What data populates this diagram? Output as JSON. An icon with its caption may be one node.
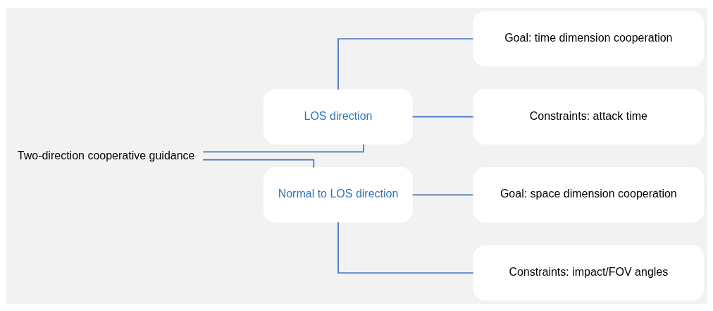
{
  "diagram": {
    "nodes": [
      {
        "text": [
          "Two-direction cooperative guidance"
        ]
      },
      {
        "text": [
          "LOS direction"
        ]
      },
      {
        "text": [
          "Goal: time dimension cooperation"
        ]
      },
      {
        "text": [
          "Constraints: attack time"
        ]
      },
      {
        "text": [
          "Normal to LOS direction"
        ]
      },
      {
        "text": [
          "Goal: space dimension cooperation"
        ]
      },
      {
        "text": [
          "Constraints: impact/FOV angles"
        ]
      }
    ],
    "edges": [
      {
        "from": 0,
        "to": 1,
        "arrow": "none"
      },
      {
        "from": 0,
        "to": 4,
        "arrow": "none"
      },
      {
        "from": 1,
        "to": 2,
        "arrow": "none"
      },
      {
        "from": 1,
        "to": 3,
        "arrow": "none"
      },
      {
        "from": 4,
        "to": 5,
        "arrow": "none"
      },
      {
        "from": 4,
        "to": 6,
        "arrow": "none"
      }
    ]
  }
}
